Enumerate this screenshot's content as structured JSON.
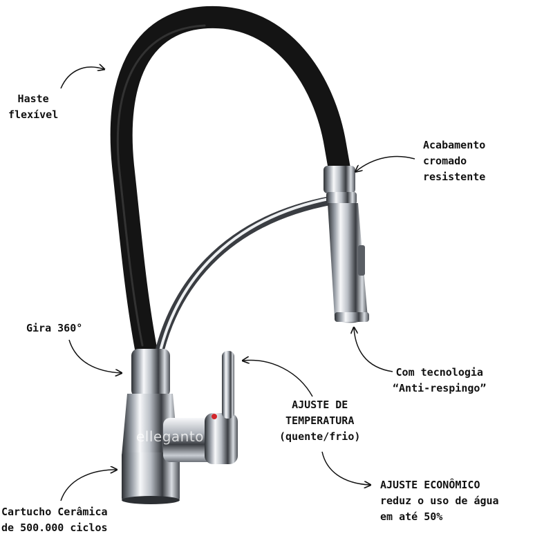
{
  "labels": {
    "haste": [
      "Haste",
      "flexível"
    ],
    "acabamento": [
      "Acabamento",
      "cromado",
      "resistente"
    ],
    "gira": [
      "Gira 360°"
    ],
    "tecnologia": [
      "Com tecnologia",
      "“Anti-respingo”"
    ],
    "temperatura": [
      "AJUSTE DE",
      "TEMPERATURA",
      "(quente/frio)"
    ],
    "economico": [
      "AJUSTE ECONÔMICO",
      "reduz o uso de água",
      "em até 50%"
    ],
    "cartucho": [
      "Cartucho Cerâmica",
      "de 500.000 ciclos"
    ]
  },
  "watermark": "elleganto",
  "colors": {
    "hose": "#141414",
    "chrome_dark": "#3a3d42",
    "chrome_mid": "#9aa0a8",
    "chrome_light": "#f4f6f8",
    "text": "#111111",
    "accent_red": "#d2262c",
    "background": "#ffffff"
  }
}
